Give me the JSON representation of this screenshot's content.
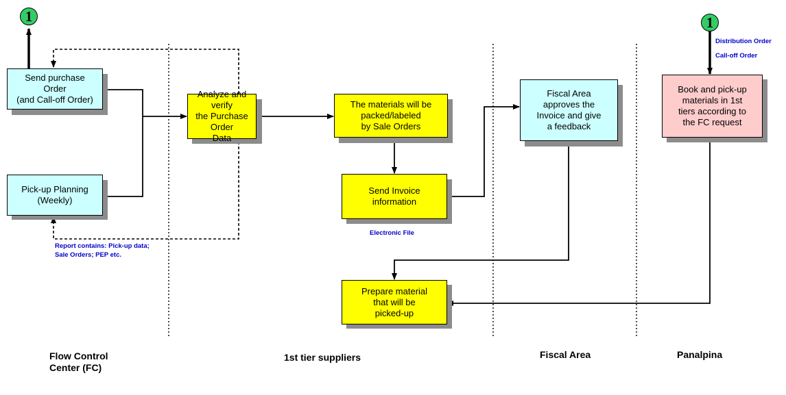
{
  "connector_label": "1",
  "boxes": {
    "send_purchase_order": "Send purchase\nOrder\n(and  Call-off Order)",
    "pickup_planning": "Pick-up Planning\n(Weekly)",
    "analyze_verify": "Analyze and verify\nthe Purchase Order\nData",
    "materials_packed": "The materials will be\npacked/labeled\nby Sale Orders",
    "send_invoice": "Send Invoice\ninformation",
    "fiscal_approves": "Fiscal Area\napproves the\nInvoice and give\na feedback",
    "book_pickup": "Book and pick-up\nmaterials in 1st\ntiers according to\nthe FC request",
    "prepare_material": "Prepare material\nthat will be\npicked-up"
  },
  "notes": {
    "report_contains": "Report contains: Pick-up data;\nSale Orders; PEP etc.",
    "electronic_file": "Electronic File",
    "distribution_order": "Distribution Order",
    "call_off_order": "Call-off Order"
  },
  "lanes": {
    "flow_control": "Flow Control\nCenter (FC)",
    "tier_suppliers": "1st tier suppliers",
    "fiscal_area": "Fiscal Area",
    "panalpina": "Panalpina"
  },
  "colors": {
    "process_fc": "#ccffff",
    "process_supplier": "#ffff00",
    "process_panalpina": "#ffcccc",
    "connector": "#33cc66",
    "note_text": "#0000cc"
  }
}
